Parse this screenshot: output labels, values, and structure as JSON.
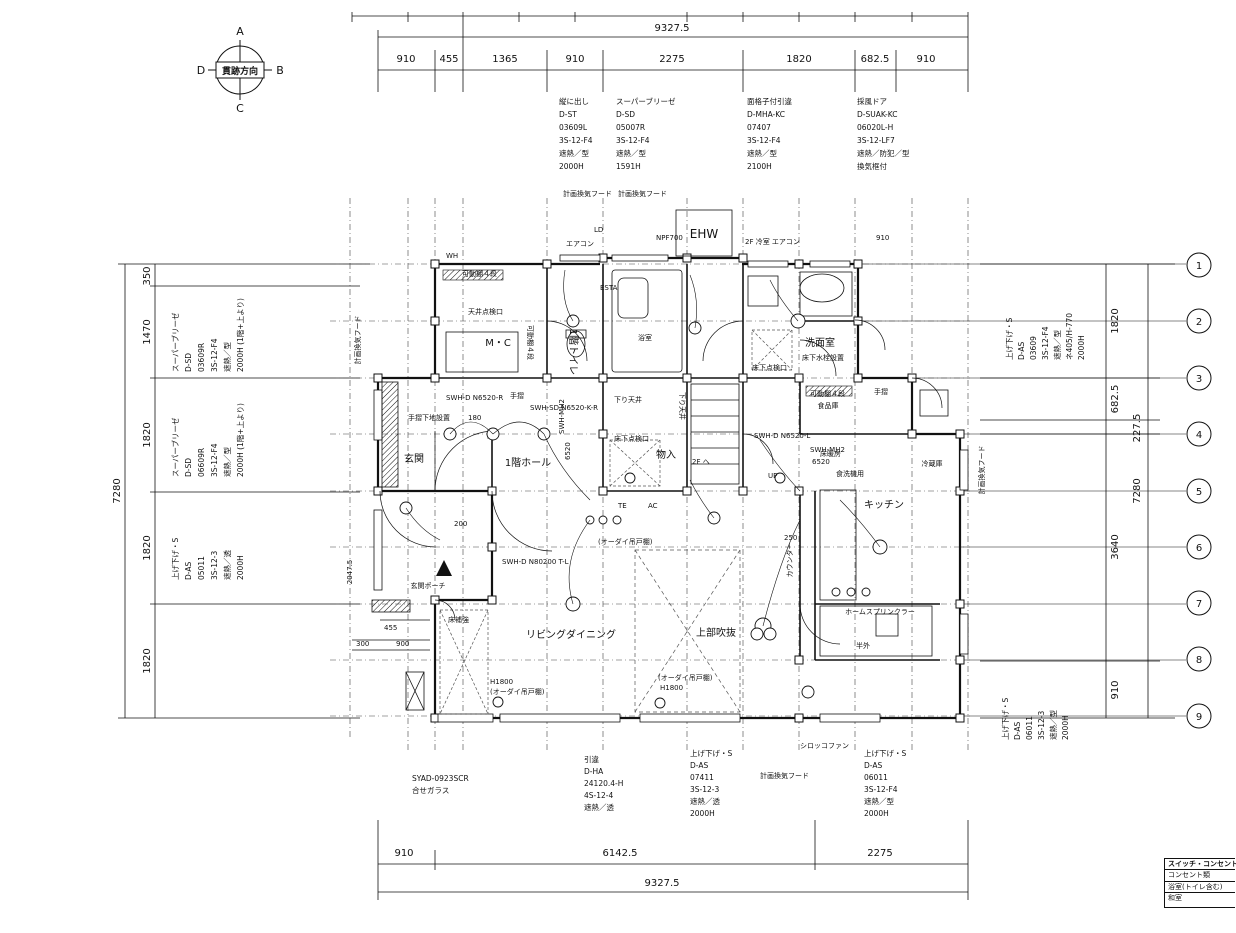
{
  "compass": {
    "n": "A",
    "s": "C",
    "w": "D",
    "e": "B",
    "center": "貫跡方向"
  },
  "top_dims": {
    "total": "9327.5",
    "segments": [
      "910",
      "455",
      "1365",
      "910",
      "2275",
      "1820",
      "682.5",
      "910"
    ]
  },
  "bottom_dims": {
    "total": "9327.5",
    "segments": [
      "910",
      "6142.5",
      "2275"
    ]
  },
  "right_dims": {
    "segments": [
      "1820",
      "682.5",
      "227.5",
      "3640",
      "910"
    ],
    "total": "7280"
  },
  "left_dims": {
    "segments": [
      "350",
      "1470",
      "1820",
      "1820",
      "1820"
    ],
    "total": "7280"
  },
  "grid_markers": [
    "1",
    "2",
    "3",
    "4",
    "5",
    "6",
    "7",
    "8",
    "9"
  ],
  "top_notes": [
    {
      "lines": [
        "縦に出し",
        "D-ST",
        "03609L",
        "3S-12-F4",
        "遮熱／型",
        "2000H"
      ]
    },
    {
      "lines": [
        "スーパーブリーゼ",
        "D-SD",
        "05007R",
        "3S-12-F4",
        "遮熱／型",
        "1591H"
      ]
    },
    {
      "lines": [
        "面格子付引違",
        "D-MHA-KC",
        "07407",
        "3S-12-F4",
        "遮熱／型",
        "2100H"
      ]
    },
    {
      "lines": [
        "採風ドア",
        "D-SUAK-KC",
        "06020L-H",
        "3S-12-LF7",
        "遮熱／防犯／型",
        "換気框付"
      ]
    }
  ],
  "left_notes": [
    {
      "lines": [
        "スーパーブリーゼ",
        "D-SD",
        "03609R",
        "3S-12-F4",
        "遮熱／型",
        "2000H (1階+上より)"
      ]
    },
    {
      "lines": [
        "スーパーブリーゼ",
        "D-SD",
        "06609R",
        "3S-12-F4",
        "遮熱／型",
        "2000H (1階+上より)"
      ]
    },
    {
      "lines": [
        "上げ下げ・S",
        "D-AS",
        "05011",
        "3S-12-3",
        "遮熱／透",
        "2000H"
      ]
    }
  ],
  "right_notes": [
    {
      "lines": [
        "上げ下げ・S",
        "D-AS",
        "03609",
        "3S-12-F4",
        "遮熱／型",
        "ネ405/H-770",
        "2000H"
      ]
    },
    {
      "lines": [
        "上げ下げ・S",
        "D-AS",
        "06011",
        "3S-12-3",
        "遮熱／型",
        "2000H"
      ]
    }
  ],
  "bottom_notes": [
    {
      "lines": [
        "SYAD-0923SCR",
        "合せガラス"
      ]
    },
    {
      "lines": [
        "引違",
        "D-HA",
        "24120.4-H",
        "4S-12-4",
        "遮熱／透"
      ]
    },
    {
      "lines": [
        "上げ下げ・S",
        "D-AS",
        "07411",
        "3S-12-3",
        "遮熱／透",
        "2000H"
      ]
    },
    {
      "lines": [
        "上げ下げ・S",
        "D-AS",
        "06011",
        "3S-12-F4",
        "遮熱／型",
        "2000H"
      ]
    }
  ],
  "rooms": {
    "mc": "M・C",
    "toilet": "1階トイレ",
    "ub": "浴室",
    "wash": "洗面室",
    "genkan": "玄関",
    "hall": "1階ホール",
    "storage": "物入",
    "kitchen": "キッチン",
    "living": "リビングダイニング",
    "fukinuke": "上部吹抜",
    "porch": "玄関ポーチ",
    "food": "食品庫",
    "fridge": "冷蔵庫",
    "ehw": "EHW",
    "counter": "カウンター",
    "homesprinkler": "ホームスプリンクラー"
  },
  "labels": {
    "wh": "WH",
    "kadoutana1": "可動棚４段",
    "kadoutana2": "可動棚４段",
    "kadoutana3": "可動棚４段",
    "tenjou_inspect": "天井点検口",
    "yukashita_inspect": "床下点検口",
    "yukashita_inspect2": "床下点検口",
    "tesuri": "手摺",
    "tesuri2": "手摺",
    "sagari_ten": "下り天井",
    "sagari_ten2": "下り天井",
    "yukashita_sui": "床下水栓設置",
    "tesuri_lock": "手摺下地設置",
    "hood1": "計画換気フード",
    "hood2": "計画換気フード",
    "hood3": "計画換気フード",
    "hood4": "計画換気フード",
    "hood5": "計画換気フード",
    "aircon": "エアコン",
    "aircon2": "2F 冷室 エアコン",
    "dim910": "910",
    "dim250": "250",
    "dim200": "200",
    "dim455": "455",
    "dim300": "300",
    "dim900": "900",
    "dim180": "180",
    "dim6520a": "6520",
    "dim6520b": "6520",
    "dim2047": "2047.5",
    "h1800a": "H1800",
    "h1800b": "H1800",
    "oh1": "(オーダイ吊戸棚)",
    "oh2": "(オーダイ吊戸棚)",
    "oh3": "(オーダイ吊戸棚)",
    "ac": "AC",
    "wt": "TE",
    "swa": "SWH-D\nN6520-R",
    "swb": "SWH-SD\nN6520-K-R",
    "swc": "SWH-MH2",
    "swd": "SWH-D\nN6520-L",
    "swe": "SWH-MH2",
    "swf": "SWH-D\nN80200 T-L",
    "shokki": "食洗機用",
    "yukadan": "床暖房",
    "sirocco": "シロッコファン",
    "hanten": "半外",
    "floor_label": "床補強",
    "ehwnote": "NPF700",
    "sta_label": "ESTA",
    "up": "UP",
    "ld": "LD",
    "kuzu": "2F へ"
  },
  "legend": {
    "title": "スイッチ・コンセント類図",
    "row1": "コンセント類",
    "row2": "浴室(トイレ含む)",
    "row3": "和室"
  }
}
